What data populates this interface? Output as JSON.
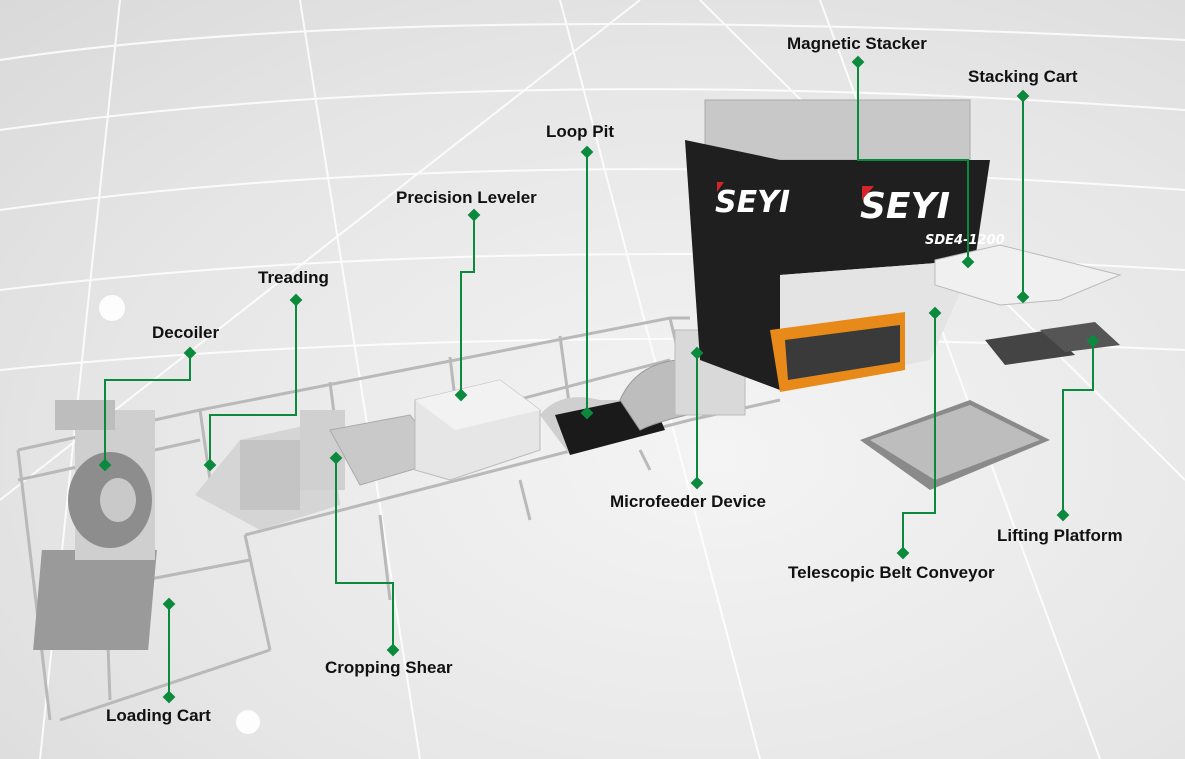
{
  "callouts": {
    "decoiler": "Decoiler",
    "treading": "Treading",
    "precision_leveler": "Precision Leveler",
    "loop_pit": "Loop Pit",
    "magnetic_stacker": "Magnetic Stacker",
    "stacking_cart": "Stacking Cart",
    "microfeeder_device": "Microfeeder Device",
    "telescopic_belt_conveyor": "Telescopic Belt Conveyor",
    "lifting_platform": "Lifting Platform",
    "cropping_shear": "Cropping Shear",
    "loading_cart": "Loading Cart"
  },
  "press": {
    "brand": "SEYI",
    "model": "SDE4-1200"
  },
  "colors": {
    "callout_line": "#0b8a3e",
    "press_body": "#1f1f1f",
    "press_accent": "#e88a1a",
    "brand_red": "#d8232a"
  }
}
